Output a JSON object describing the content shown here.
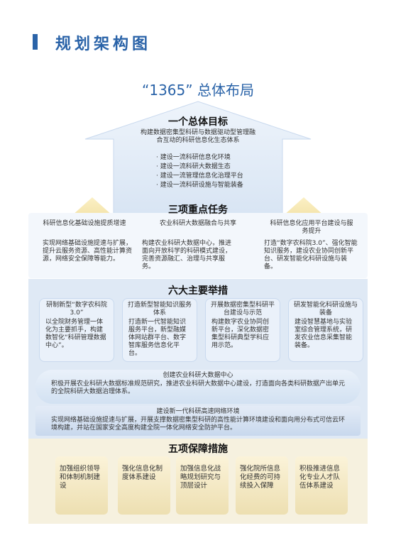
{
  "header": {
    "title": "规划架构图"
  },
  "diagram": {
    "title": "“1365” 总体布局",
    "goal": {
      "heading": "一个总体目标",
      "subtitle": "构建数据密集型科研与数据驱动型管理融合互动的科研信息化生态体系",
      "items": [
        "· 建设一流科研信息化环境",
        "· 建设一流科研大数据生态",
        "· 建设一流管理信息化治理平台",
        "· 建设一流科研设施与智能装备"
      ]
    },
    "tasks": {
      "heading": "三项重点任务",
      "items": [
        {
          "title": "科研信息化基础设施提质增速",
          "body": "实现网络基础设施提速与扩展，提升云服务资源、高性能计算资源，网络安全保障等能力。"
        },
        {
          "title": "农业科研大数据融合与共享",
          "body": "构建农业科研大数据中心，推进面向开放科学的科研模式建设，完善资源融汇、治理与共享服务。"
        },
        {
          "title": "科研信息化应用平台建设与服务提升",
          "body": "打造“数字农科院3.0”、强化智能知识服务，建设农业协同创新平台、研发智能化科研设施与装备。"
        }
      ]
    },
    "measures": {
      "heading": "六大主要举措",
      "cards": [
        {
          "title": "研制新型“数字农科院3.0”",
          "body": "以全院财务管理一体化为主要抓手，构建数智化“科研管理数据中心”。"
        },
        {
          "title": "打造新型智能知识服务体系",
          "body": "打造新一代智能知识服务平台，新型融媒体网站群平台、数字智库服务信息化平台。"
        },
        {
          "title": "开展数据密集型科研平台建设与示范",
          "body": "构建数字农业协同创新平台，深化数据密集型科研典型学科应用示范。"
        },
        {
          "title": "研发智能化科研设施与装备",
          "body": "建设智慧基地与实验室综合管理系统，研发农业信息采集智能装备。"
        }
      ],
      "band1": {
        "title": "创建农业科研大数据中心",
        "body": "积极开展农业科研大数据标准规范研究，推进农业科研大数据中心建设，打造面向各类科研数据产出单元的全院科研大数据治理体系。"
      },
      "band2": {
        "title": "建设新一代科研高速网络环境",
        "body": "实现网络基础设施提速与扩展，开展支撑数据密集型科研的高性能计算环境建设和面向用分布式可信云环境构建，并站在国家安全高度构建全院一体化网络安全防护平台。"
      }
    },
    "guarantees": {
      "heading": "五项保障措施",
      "items": [
        "加强组织领导和体制机制建设",
        "强化信息化制度体系建设",
        "加强信息化战略规划研究与顶层设计",
        "强化院所信息化经费的可持续投入保障",
        "积极推进信息化专业人才队伍体系建设"
      ]
    }
  },
  "colors": {
    "accent": "#2a63a8",
    "arrow": "#f0d98a",
    "band": "#d7e4f3",
    "card": "#eaf1fa"
  }
}
